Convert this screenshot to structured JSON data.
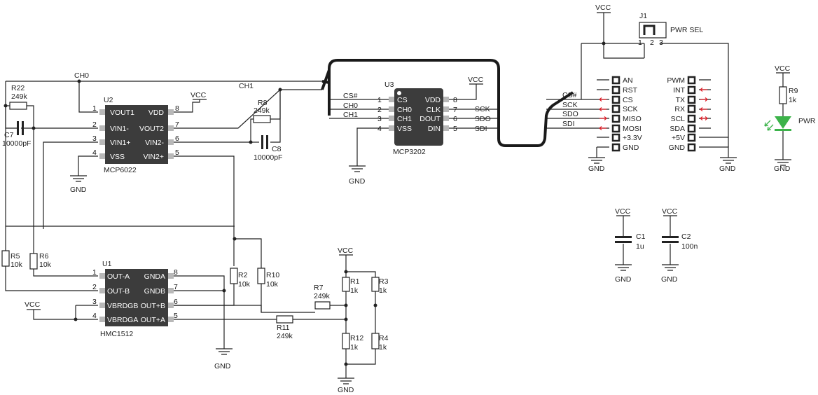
{
  "nets": {
    "vcc": "VCC",
    "gnd": "GND",
    "ch0": "CH0",
    "ch1": "CH1",
    "cs": "CS#",
    "ch0b": "CH0",
    "ch1b": "CH1",
    "sck": "SCK",
    "sdo": "SDO",
    "sdi": "SDI"
  },
  "u2": {
    "ref": "U2",
    "part": "MCP6022",
    "pins_left": [
      {
        "n": "1",
        "name": "VOUT1"
      },
      {
        "n": "2",
        "name": "VIN1-"
      },
      {
        "n": "3",
        "name": "VIN1+"
      },
      {
        "n": "4",
        "name": "VSS"
      }
    ],
    "pins_right": [
      {
        "n": "8",
        "name": "VDD"
      },
      {
        "n": "7",
        "name": "VOUT2"
      },
      {
        "n": "6",
        "name": "VIN2-"
      },
      {
        "n": "5",
        "name": "VIN2+"
      }
    ]
  },
  "u3": {
    "ref": "U3",
    "part": "MCP3202",
    "pins_left": [
      {
        "n": "1",
        "name": "CS"
      },
      {
        "n": "2",
        "name": "CH0"
      },
      {
        "n": "3",
        "name": "CH1"
      },
      {
        "n": "4",
        "name": "VSS"
      }
    ],
    "pins_right": [
      {
        "n": "8",
        "name": "VDD"
      },
      {
        "n": "7",
        "name": "CLK"
      },
      {
        "n": "6",
        "name": "DOUT"
      },
      {
        "n": "5",
        "name": "DIN"
      }
    ]
  },
  "u1": {
    "ref": "U1",
    "part": "HMC1512",
    "pins_left": [
      {
        "n": "1",
        "name": "OUT-A"
      },
      {
        "n": "2",
        "name": "OUT-B"
      },
      {
        "n": "3",
        "name": "VBRDGB"
      },
      {
        "n": "4",
        "name": "VBRDGA"
      }
    ],
    "pins_right": [
      {
        "n": "8",
        "name": "GNDA"
      },
      {
        "n": "7",
        "name": "GNDB"
      },
      {
        "n": "6",
        "name": "OUT+B"
      },
      {
        "n": "5",
        "name": "OUT+A"
      }
    ]
  },
  "passives": {
    "r22": {
      "ref": "R22",
      "val": "249k"
    },
    "c7": {
      "ref": "C7",
      "val": "10000pF"
    },
    "r8": {
      "ref": "R8",
      "val": "249k"
    },
    "c8": {
      "ref": "C8",
      "val": "10000pF"
    },
    "r5": {
      "ref": "R5",
      "val": "10k"
    },
    "r6": {
      "ref": "R6",
      "val": "10k"
    },
    "r2": {
      "ref": "R2",
      "val": "10k"
    },
    "r10": {
      "ref": "R10",
      "val": "10k"
    },
    "r7": {
      "ref": "R7",
      "val": "249k"
    },
    "r11": {
      "ref": "R11",
      "val": "249k"
    },
    "r1": {
      "ref": "R1",
      "val": "1k"
    },
    "r3": {
      "ref": "R3",
      "val": "1k"
    },
    "r12": {
      "ref": "R12",
      "val": "1k"
    },
    "r4": {
      "ref": "R4",
      "val": "1k"
    },
    "r9": {
      "ref": "R9",
      "val": "1k"
    },
    "c1": {
      "ref": "C1",
      "val": "1u"
    },
    "c2": {
      "ref": "C2",
      "val": "100n"
    }
  },
  "j1": {
    "ref": "J1",
    "label": "PWR SEL",
    "pins": [
      "1",
      "2",
      "3"
    ]
  },
  "led": {
    "label": "PWR",
    "color": "#3cb34a"
  },
  "header_left": [
    "AN",
    "RST",
    "CS",
    "SCK",
    "MISO",
    "MOSI",
    "+3.3V",
    "GND"
  ],
  "header_right": [
    "PWM",
    "INT",
    "TX",
    "RX",
    "SCL",
    "SDA",
    "+5V",
    "GND"
  ],
  "accent_arrow_color": "#e0202a"
}
